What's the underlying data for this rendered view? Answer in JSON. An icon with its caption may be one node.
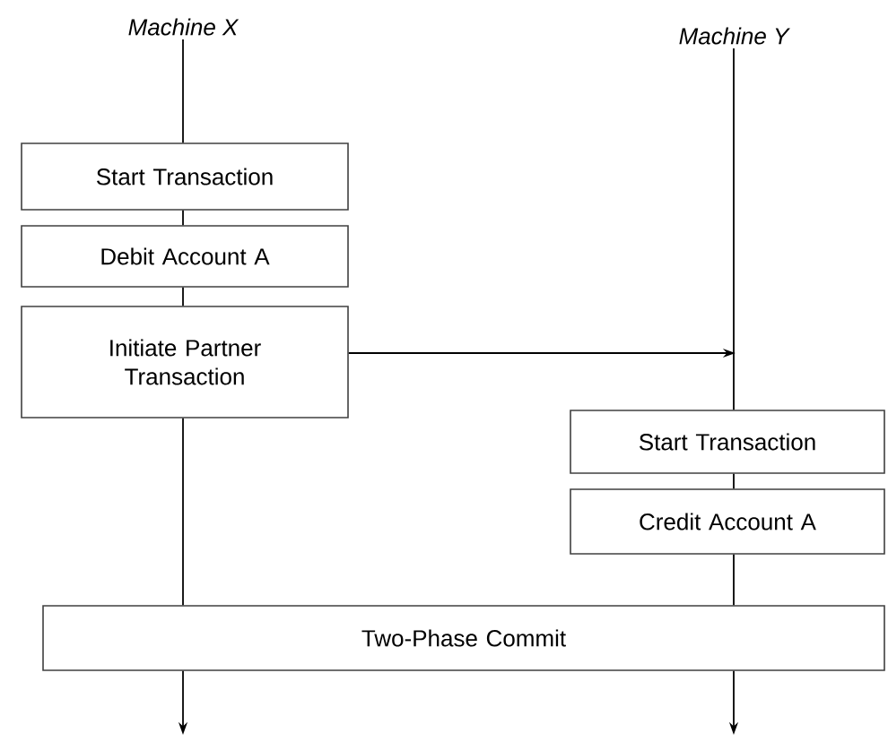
{
  "diagram": {
    "nodes": [
      {
        "text": [
          "Machine X"
        ]
      },
      {
        "text": [
          "Machine Y"
        ]
      },
      {
        "text": [
          "Start Transaction"
        ]
      },
      {
        "text": [
          "Debit Account A"
        ]
      },
      {
        "text": [
          "Initiate Partner Transaction"
        ]
      },
      {
        "text": [
          "Start Transaction"
        ]
      },
      {
        "text": [
          "Credit Account A"
        ]
      },
      {
        "text": [
          "Two-Phase Commit"
        ]
      }
    ],
    "edges": [
      {
        "from": 0,
        "to": 2,
        "arrow": "none"
      },
      {
        "from": 2,
        "to": 3,
        "arrow": "none"
      },
      {
        "from": 3,
        "to": 4,
        "arrow": "none"
      },
      {
        "from": 4,
        "to": null,
        "arrow": "to"
      },
      {
        "from": 1,
        "to": 5,
        "arrow": "none"
      },
      {
        "from": 5,
        "to": 6,
        "arrow": "none"
      },
      {
        "from": 4,
        "to": 7,
        "arrow": "none"
      },
      {
        "from": 6,
        "to": 7,
        "arrow": "none"
      },
      {
        "from": 7,
        "to": null,
        "arrow": "to"
      },
      {
        "from": 7,
        "to": null,
        "arrow": "to"
      }
    ]
  }
}
